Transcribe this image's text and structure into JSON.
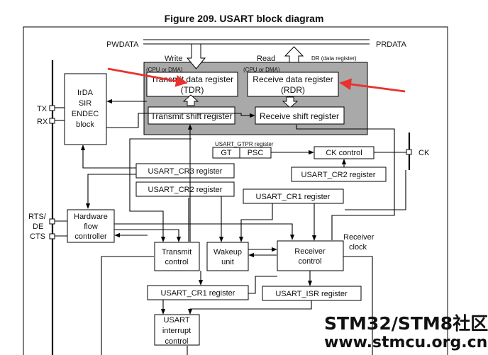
{
  "title": "Figure 209. USART block diagram",
  "labels": {
    "pwdata": "PWDATA",
    "prdata": "PRDATA",
    "write": "Write",
    "read": "Read",
    "dr_note": "DR (data register)",
    "cpu_dma_left": "(CPU or DMA)",
    "cpu_dma_right": "(CPU or DMA)",
    "tx": "TX",
    "rx": "RX",
    "rts": "RTS/",
    "de": "DE",
    "cts": "CTS",
    "ck": "CK",
    "gtpr_title": "USART_GTPR register",
    "gt": "GT",
    "psc": "PSC",
    "receiver_clock_1": "Receiver",
    "receiver_clock_2": "clock"
  },
  "blocks": {
    "tdr_1": "Transmit data register",
    "tdr_2": "(TDR)",
    "rdr_1": "Receive data register",
    "rdr_2": "(RDR)",
    "tsr": "Transmit shift register",
    "rsr": "Receive shift register",
    "irda": [
      "IrDA",
      "SIR",
      "ENDEC",
      "block"
    ],
    "ck_control": "CK control",
    "cr2_right": "USART_CR2 register",
    "cr3": "USART_CR3 register",
    "cr2_left": "USART_CR2 register",
    "cr1_top": "USART_CR1 register",
    "hw_flow": [
      "Hardware",
      "flow",
      "controller"
    ],
    "tx_control": [
      "Transmit",
      "control"
    ],
    "wakeup": [
      "Wakeup",
      "unit"
    ],
    "rx_control": [
      "Receiver",
      "control"
    ],
    "cr1_bottom": "USART_CR1 register",
    "isr": "USART_ISR register",
    "interrupt": [
      "USART",
      "interrupt",
      "control"
    ]
  },
  "watermark": {
    "line1": "STM32/STM8社区",
    "line2": "www.stmcu.org.cn"
  },
  "colors": {
    "fifo_bg": "#a9a9a9",
    "arrow_red": "#e8322f",
    "watermark": "#c7d7e8"
  }
}
